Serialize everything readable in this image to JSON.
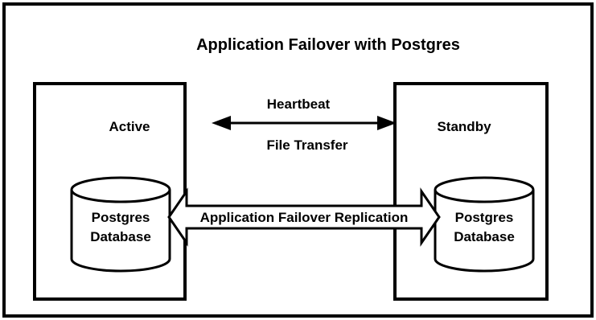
{
  "title": "Application Failover with Postgres",
  "nodes": {
    "active": {
      "label": "Active",
      "database": {
        "line1": "Postgres",
        "line2": "Database"
      }
    },
    "standby": {
      "label": "Standby",
      "database": {
        "line1": "Postgres",
        "line2": "Database"
      }
    }
  },
  "links": {
    "heartbeat": "Heartbeat",
    "file_transfer": "File Transfer",
    "replication": "Application Failover Replication"
  },
  "colors": {
    "stroke": "#000000",
    "fill": "#ffffff"
  }
}
